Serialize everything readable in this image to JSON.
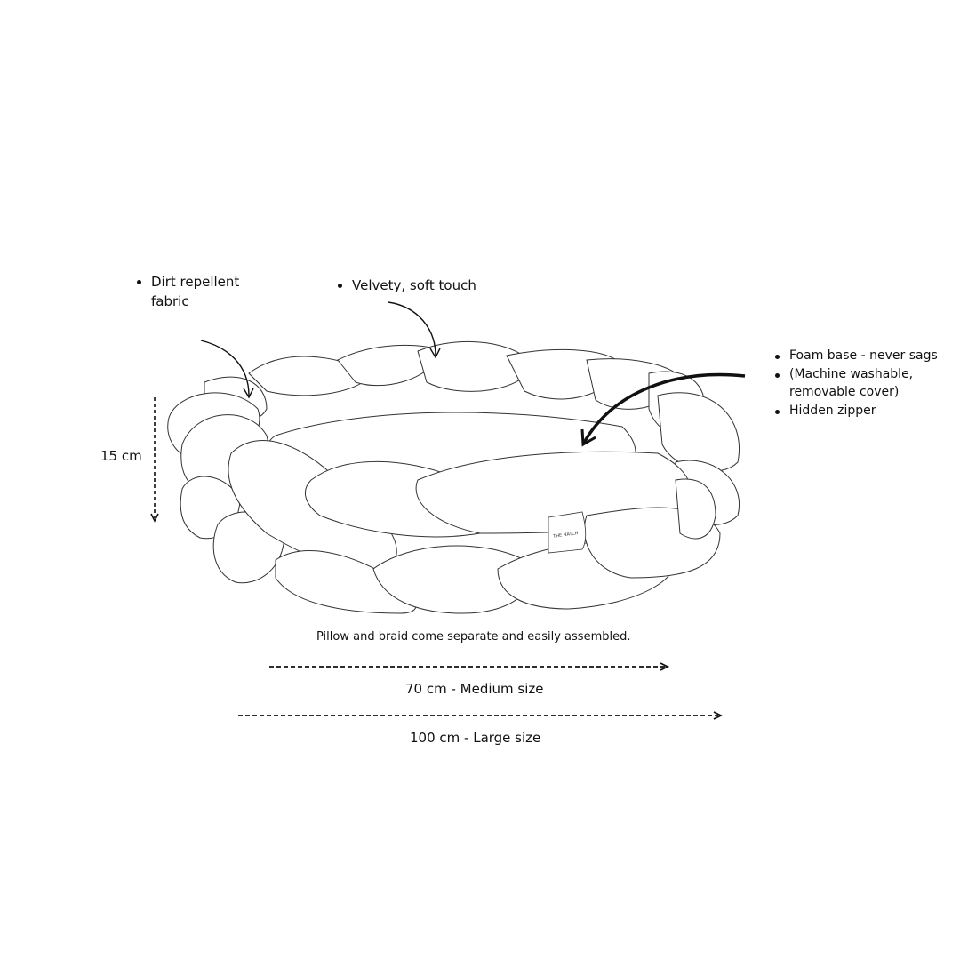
{
  "features": {
    "dirt": [
      "Dirt repellent",
      "fabric"
    ],
    "velvety": "Velvety, soft touch",
    "right_list": [
      "Foam base - never sags",
      "(Machine washable,",
      "removable cover)",
      "Hidden zipper"
    ]
  },
  "height_label": "15 cm",
  "caption": "Pillow and braid come separate and easily assembled.",
  "sizes": {
    "medium": "70 cm - Medium size",
    "large": "100 cm - Large size"
  },
  "tag_logo": "THE NATCH"
}
